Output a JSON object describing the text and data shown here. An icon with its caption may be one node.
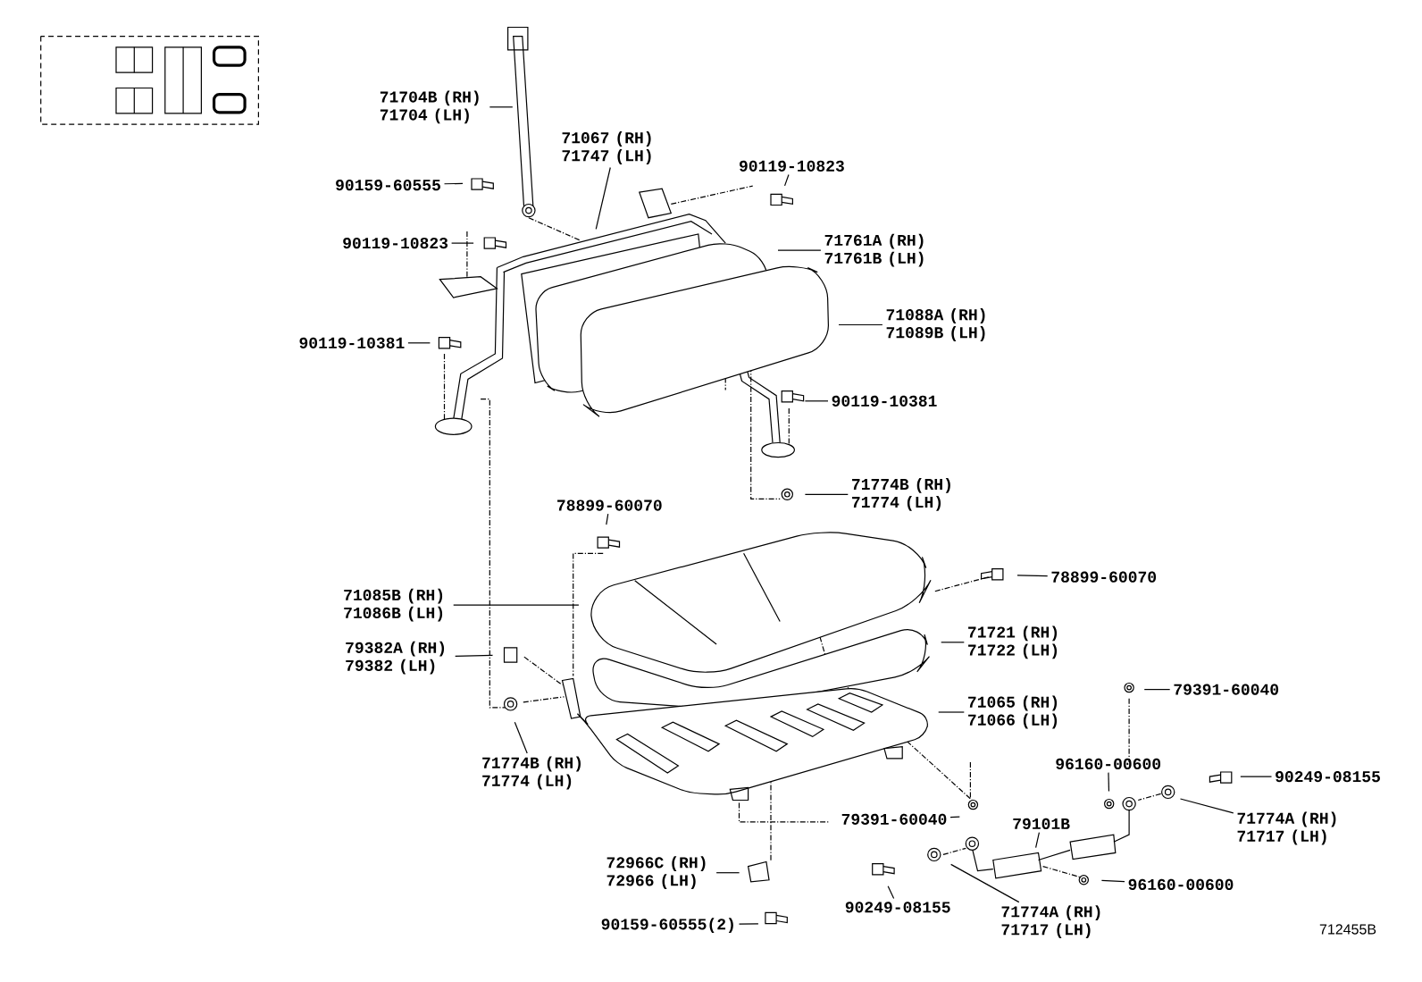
{
  "diagram": {
    "nodes": [
      {
        "text": [
          "71704B (RH) 71704 (LH)"
        ]
      },
      {
        "text": [
          "71067 (RH) 71747 (LH)"
        ]
      },
      {
        "text": [
          "90119-10823"
        ]
      },
      {
        "text": [
          "90159-60555"
        ]
      },
      {
        "text": [
          "90119-10823"
        ]
      },
      {
        "text": [
          "71761A (RH) 71761B (LH)"
        ]
      },
      {
        "text": [
          "71088A (RH) 71089B (LH)"
        ]
      },
      {
        "text": [
          "90119-10381"
        ]
      },
      {
        "text": [
          "90119-10381"
        ]
      },
      {
        "text": [
          "71774B (RH) 71774 (LH)"
        ]
      },
      {
        "text": [
          "78899-60070"
        ]
      },
      {
        "text": [
          "78899-60070"
        ]
      },
      {
        "text": [
          "71085B (RH) 71086B (LH)"
        ]
      },
      {
        "text": [
          "79382A (RH) 79382 (LH)"
        ]
      },
      {
        "text": [
          "71721 (RH) 71722 (LH)"
        ]
      },
      {
        "text": [
          "71774B (RH) 71774 (LH)"
        ]
      },
      {
        "text": [
          "71065 (RH) 71066 (LH)"
        ]
      },
      {
        "text": [
          "79391-60040"
        ]
      },
      {
        "text": [
          "96160-00600"
        ]
      },
      {
        "text": [
          "90249-08155"
        ]
      },
      {
        "text": [
          "79391-60040"
        ]
      },
      {
        "text": [
          "79101B"
        ]
      },
      {
        "text": [
          "71774A (RH) 71717 (LH)"
        ]
      },
      {
        "text": [
          "72966C (RH) 72966 (LH)"
        ]
      },
      {
        "text": [
          "96160-00600"
        ]
      },
      {
        "text": [
          "90249-08155"
        ]
      },
      {
        "text": [
          "71774A (RH) 71717 (LH)"
        ]
      },
      {
        "text": [
          "90159-60555(2)"
        ]
      }
    ],
    "edges": [
      {
        "from": 0,
        "to": null,
        "arrow": "none"
      },
      {
        "from": 1,
        "to": null,
        "arrow": "none"
      },
      {
        "from": 2,
        "to": null,
        "arrow": "none"
      },
      {
        "from": 3,
        "to": null,
        "arrow": "none"
      },
      {
        "from": 4,
        "to": null,
        "arrow": "none"
      },
      {
        "from": 5,
        "to": null,
        "arrow": "none"
      },
      {
        "from": 6,
        "to": null,
        "arrow": "none"
      },
      {
        "from": 7,
        "to": null,
        "arrow": "none"
      },
      {
        "from": 8,
        "to": null,
        "arrow": "none"
      },
      {
        "from": 9,
        "to": null,
        "arrow": "none"
      },
      {
        "from": 10,
        "to": null,
        "arrow": "none"
      },
      {
        "from": 11,
        "to": null,
        "arrow": "none"
      },
      {
        "from": 12,
        "to": null,
        "arrow": "none"
      },
      {
        "from": 13,
        "to": null,
        "arrow": "none"
      },
      {
        "from": 14,
        "to": null,
        "arrow": "none"
      },
      {
        "from": 15,
        "to": null,
        "arrow": "none"
      },
      {
        "from": 16,
        "to": null,
        "arrow": "none"
      },
      {
        "from": 17,
        "to": null,
        "arrow": "none"
      },
      {
        "from": 18,
        "to": null,
        "arrow": "none"
      },
      {
        "from": 19,
        "to": null,
        "arrow": "none"
      },
      {
        "from": 20,
        "to": null,
        "arrow": "none"
      },
      {
        "from": 21,
        "to": null,
        "arrow": "none"
      },
      {
        "from": 22,
        "to": null,
        "arrow": "none"
      },
      {
        "from": 23,
        "to": null,
        "arrow": "none"
      },
      {
        "from": 24,
        "to": null,
        "arrow": "none"
      },
      {
        "from": 25,
        "to": null,
        "arrow": "none"
      },
      {
        "from": 26,
        "to": null,
        "arrow": "none"
      },
      {
        "from": 27,
        "to": null,
        "arrow": "none"
      }
    ],
    "labels": [
      "712455B"
    ]
  }
}
